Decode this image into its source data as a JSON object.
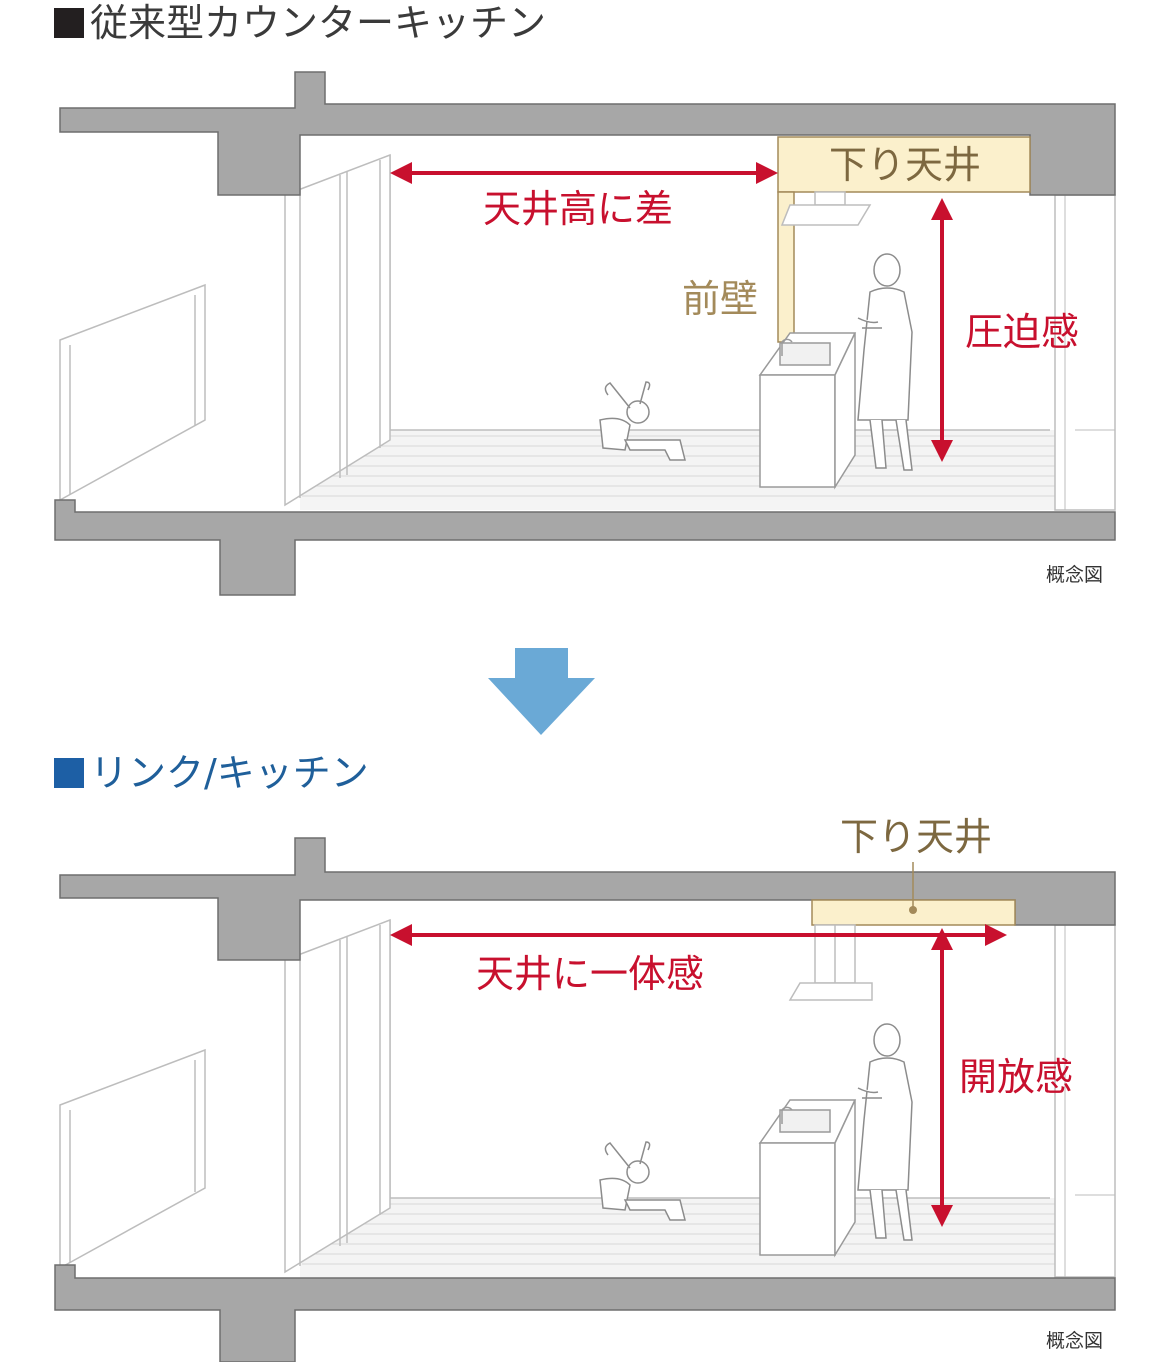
{
  "section1": {
    "title": "従来型カウンターキッチン",
    "label_drop_ceiling": "下り天井",
    "label_ceiling_gap": "天井高に差",
    "label_front_wall": "前壁",
    "label_oppression": "圧迫感",
    "note": "概念図"
  },
  "transition_arrow": "down-arrow-icon",
  "section2": {
    "title": "リンク/キッチン",
    "label_drop_ceiling": "下り天井",
    "label_ceiling_unity": "天井に一体感",
    "label_openness": "開放感",
    "note": "概念図"
  },
  "colors": {
    "red": "#c8102e",
    "tan": "#a38a5a",
    "concrete": "#a7a7a7",
    "drop_ceiling_fill": "#fbf0cc",
    "blue_arrow": "#6aa9d6"
  }
}
